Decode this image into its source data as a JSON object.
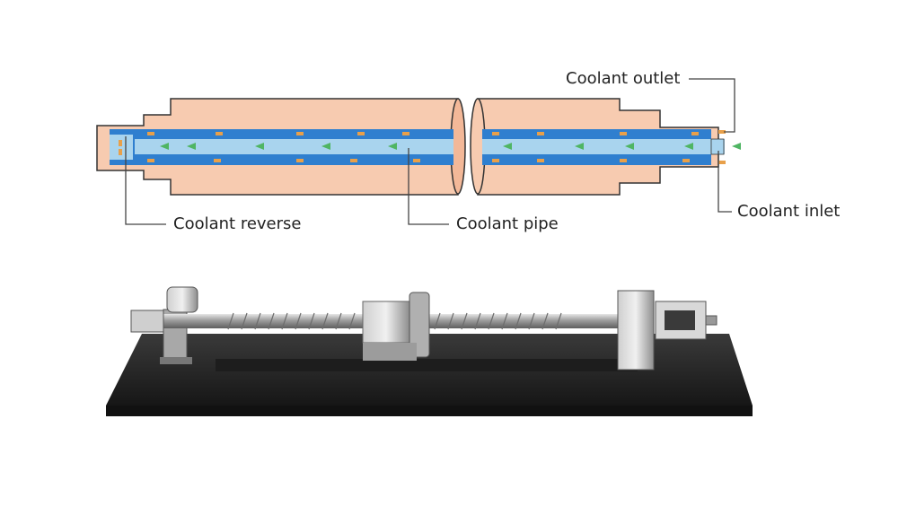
{
  "labels": {
    "coolant_outlet": "Coolant outlet",
    "coolant_reverse": "Coolant reverse",
    "coolant_pipe": "Coolant pipe",
    "coolant_inlet": "Coolant inlet"
  },
  "colors": {
    "shaft_body": "#f7cbb0",
    "shaft_outline": "#333333",
    "outer_channel": "#2f7fcf",
    "inner_pipe": "#a9d4ee",
    "flow_arrow": "#4fb563",
    "return_arrow": "#e8a04a",
    "base_plate": "#2b2b2b",
    "metal": "#b9b9b9"
  },
  "icons": {
    "inlet_arrow": "flow-arrow-icon",
    "return_marker": "return-arrow-icon"
  }
}
